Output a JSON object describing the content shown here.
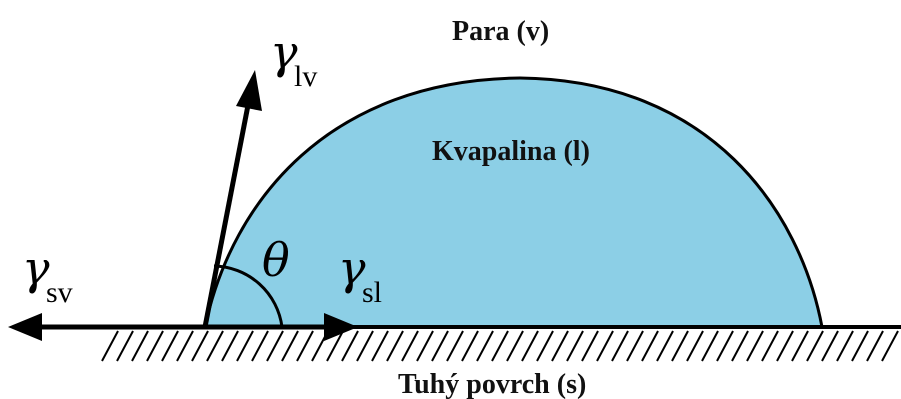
{
  "labels": {
    "vapor": "Para (v)",
    "liquid": "Kvapalina (l)",
    "solid": "Tuhý povrch (s)"
  },
  "forces": {
    "gamma_symbol": "γ",
    "lv_sub": "lv",
    "sv_sub": "sv",
    "sl_sub": "sl",
    "angle_symbol": "θ"
  },
  "colors": {
    "droplet_fill": "#8ccfe6",
    "outline": "#000000",
    "background": "#ffffff"
  }
}
